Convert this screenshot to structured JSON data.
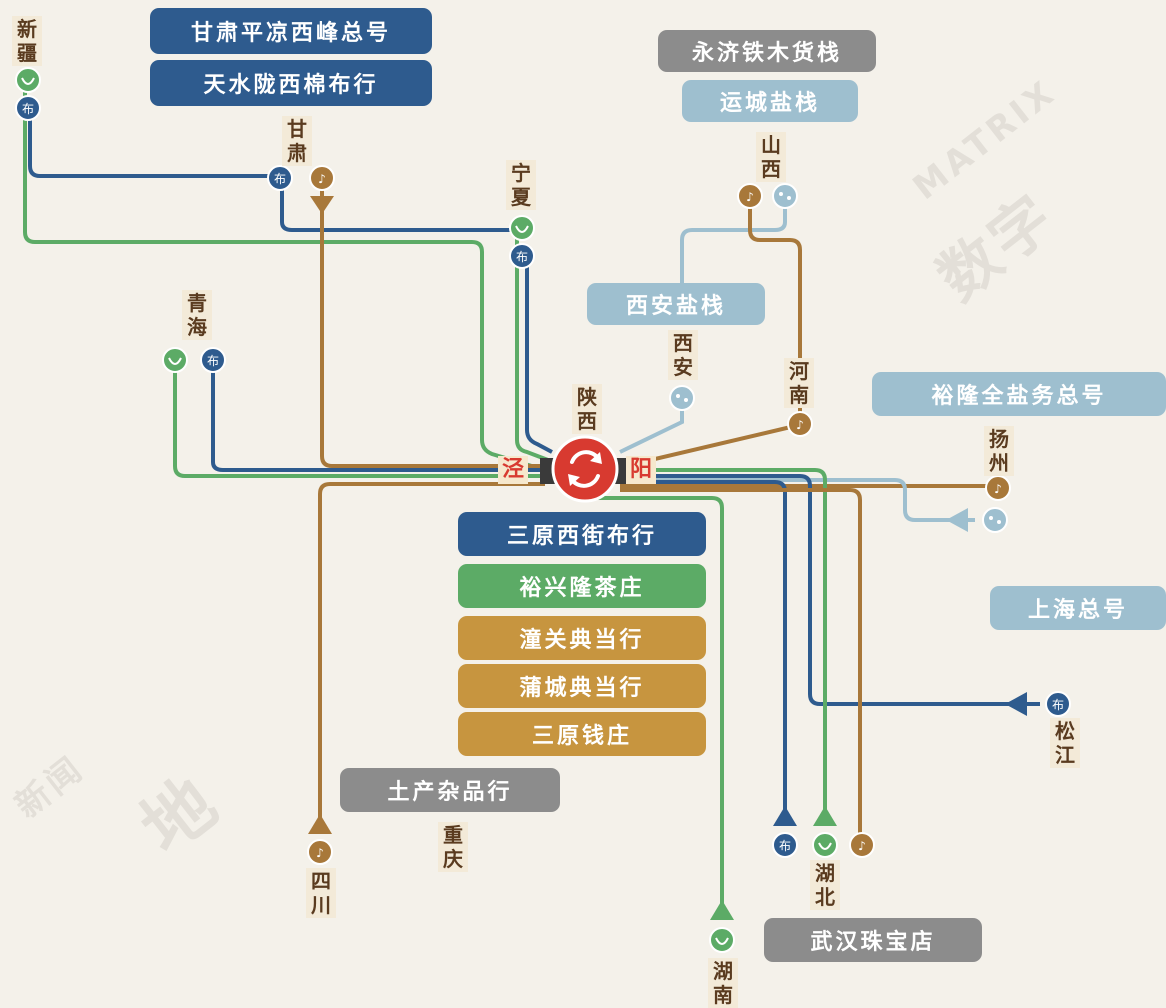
{
  "hub": {
    "top": [
      "陕",
      "西"
    ],
    "left": "泾",
    "right": "阳"
  },
  "companies": {
    "gansu_pingliang": "甘肃平凉西峰总号",
    "tianshui": "天水陇西棉布行",
    "yongji": "永济铁木货栈",
    "yuncheng": "运城盐栈",
    "xian_salt": "西安盐栈",
    "yulong": "裕隆全盐务总号",
    "sanyuan_cloth": "三原西街布行",
    "yuxinglong": "裕兴隆茶庄",
    "tongguan": "潼关典当行",
    "pucheng": "蒲城典当行",
    "sanyuan_bank": "三原钱庄",
    "tuchan": "土产杂品行",
    "shanghai": "上海总号",
    "wuhan": "武汉珠宝店"
  },
  "places": {
    "xinjiang": [
      "新",
      "疆"
    ],
    "gansu": [
      "甘",
      "肃"
    ],
    "ningxia": [
      "宁",
      "夏"
    ],
    "qinghai": [
      "青",
      "海"
    ],
    "shanxi": [
      "山",
      "西"
    ],
    "xian": [
      "西",
      "安"
    ],
    "henan": [
      "河",
      "南"
    ],
    "yangzhou": [
      "扬",
      "州"
    ],
    "songjiang": [
      "松",
      "江"
    ],
    "hubei": [
      "湖",
      "北"
    ],
    "hunan": [
      "湖",
      "南"
    ],
    "sichuan": [
      "四",
      "川"
    ],
    "chongqing": [
      "重",
      "庆"
    ]
  },
  "icons": {
    "cloth": "布",
    "tea": "tea-leaf-icon",
    "coin": "money-icon",
    "salt": "salt-icon"
  },
  "watermarks": [
    "MATRIX",
    "数字",
    "新闻",
    "地"
  ],
  "colors": {
    "cloth": "#2e5b8e",
    "tea": "#5cab66",
    "finance": "#a8783a",
    "salt": "#9ebfcf",
    "gray": "#8c8c8c",
    "hub": "#d83a30"
  }
}
